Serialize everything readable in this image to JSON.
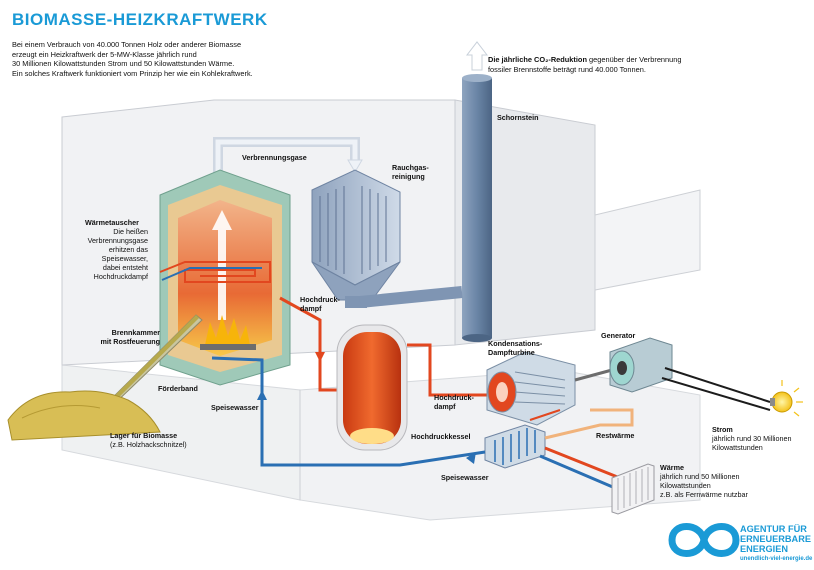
{
  "title": "BIOMASSE-HEIZKRAFTWERK",
  "intro_lines": [
    "Bei einem Verbrauch von 40.000 Tonnen Holz oder anderer Biomasse",
    "erzeugt ein Heizkraftwerk der 5-MW-Klasse jährlich rund",
    "30 Millionen Kilowattstunden Strom und 50 Kilowattstunden Wärme.",
    "Ein solches Kraftwerk funktioniert vom Prinzip her wie ein Kohlekraftwerk."
  ],
  "co2": {
    "bold": "Die jährliche CO₂-Reduktion",
    "rest1": " gegenüber der Verbrennung",
    "line2": "fossiler Brennstoffe beträgt rund 40.000 Tonnen."
  },
  "labels": {
    "schornstein": "Schornstein",
    "verbrennungsgase": "Verbrennungsgase",
    "rauchgas_1": "Rauchgas-",
    "rauchgas_2": "reinigung",
    "waermetauscher": "Wärmetauscher",
    "waermetauscher_desc": [
      "Die heißen",
      "Verbrennungsgase",
      "erhitzen das",
      "Speisewasser,",
      "dabei entsteht",
      "Hochdruckdampf"
    ],
    "hochdruckdampf_1a": "Hochdruck-",
    "hochdruckdampf_1b": "dampf",
    "brennkammer_1": "Brennkammer",
    "brennkammer_2": "mit Rostfeuerung",
    "foerderband": "Förderband",
    "speisewasser_1": "Speisewasser",
    "lager_1": "Lager für Biomasse",
    "lager_2": "(z.B. Holzhackschnitzel)",
    "hochdruckkessel": "Hochdruckkessel",
    "hochdruckdampf_2a": "Hochdruck-",
    "hochdruckdampf_2b": "dampf",
    "kondensations_1": "Kondensations-",
    "kondensations_2": "Dampfturbine",
    "generator": "Generator",
    "restwaerme": "Restwärme",
    "strom_title": "Strom",
    "strom_1": "jährlich rund 30 Millionen",
    "strom_2": "Kilowattstunden",
    "waerme_title": "Wärme",
    "waerme_1": "jährlich rund 50 Millionen",
    "waerme_2": "Kilowattstunden",
    "waerme_3": "z.B. als Fernwärme nutzbar",
    "speisewasser_2": "Speisewasser"
  },
  "logo": {
    "line1": "AGENTUR FÜR",
    "line2": "ERNEUERBARE",
    "line3": "ENERGIEN",
    "url": "unendlich-viel-energie.de"
  },
  "colors": {
    "accent_blue": "#1a9ad6",
    "steam_red": "#e2471f",
    "water_blue": "#2a6fb3",
    "chimney": "#6d88a8",
    "flame": "#f7b40a"
  }
}
